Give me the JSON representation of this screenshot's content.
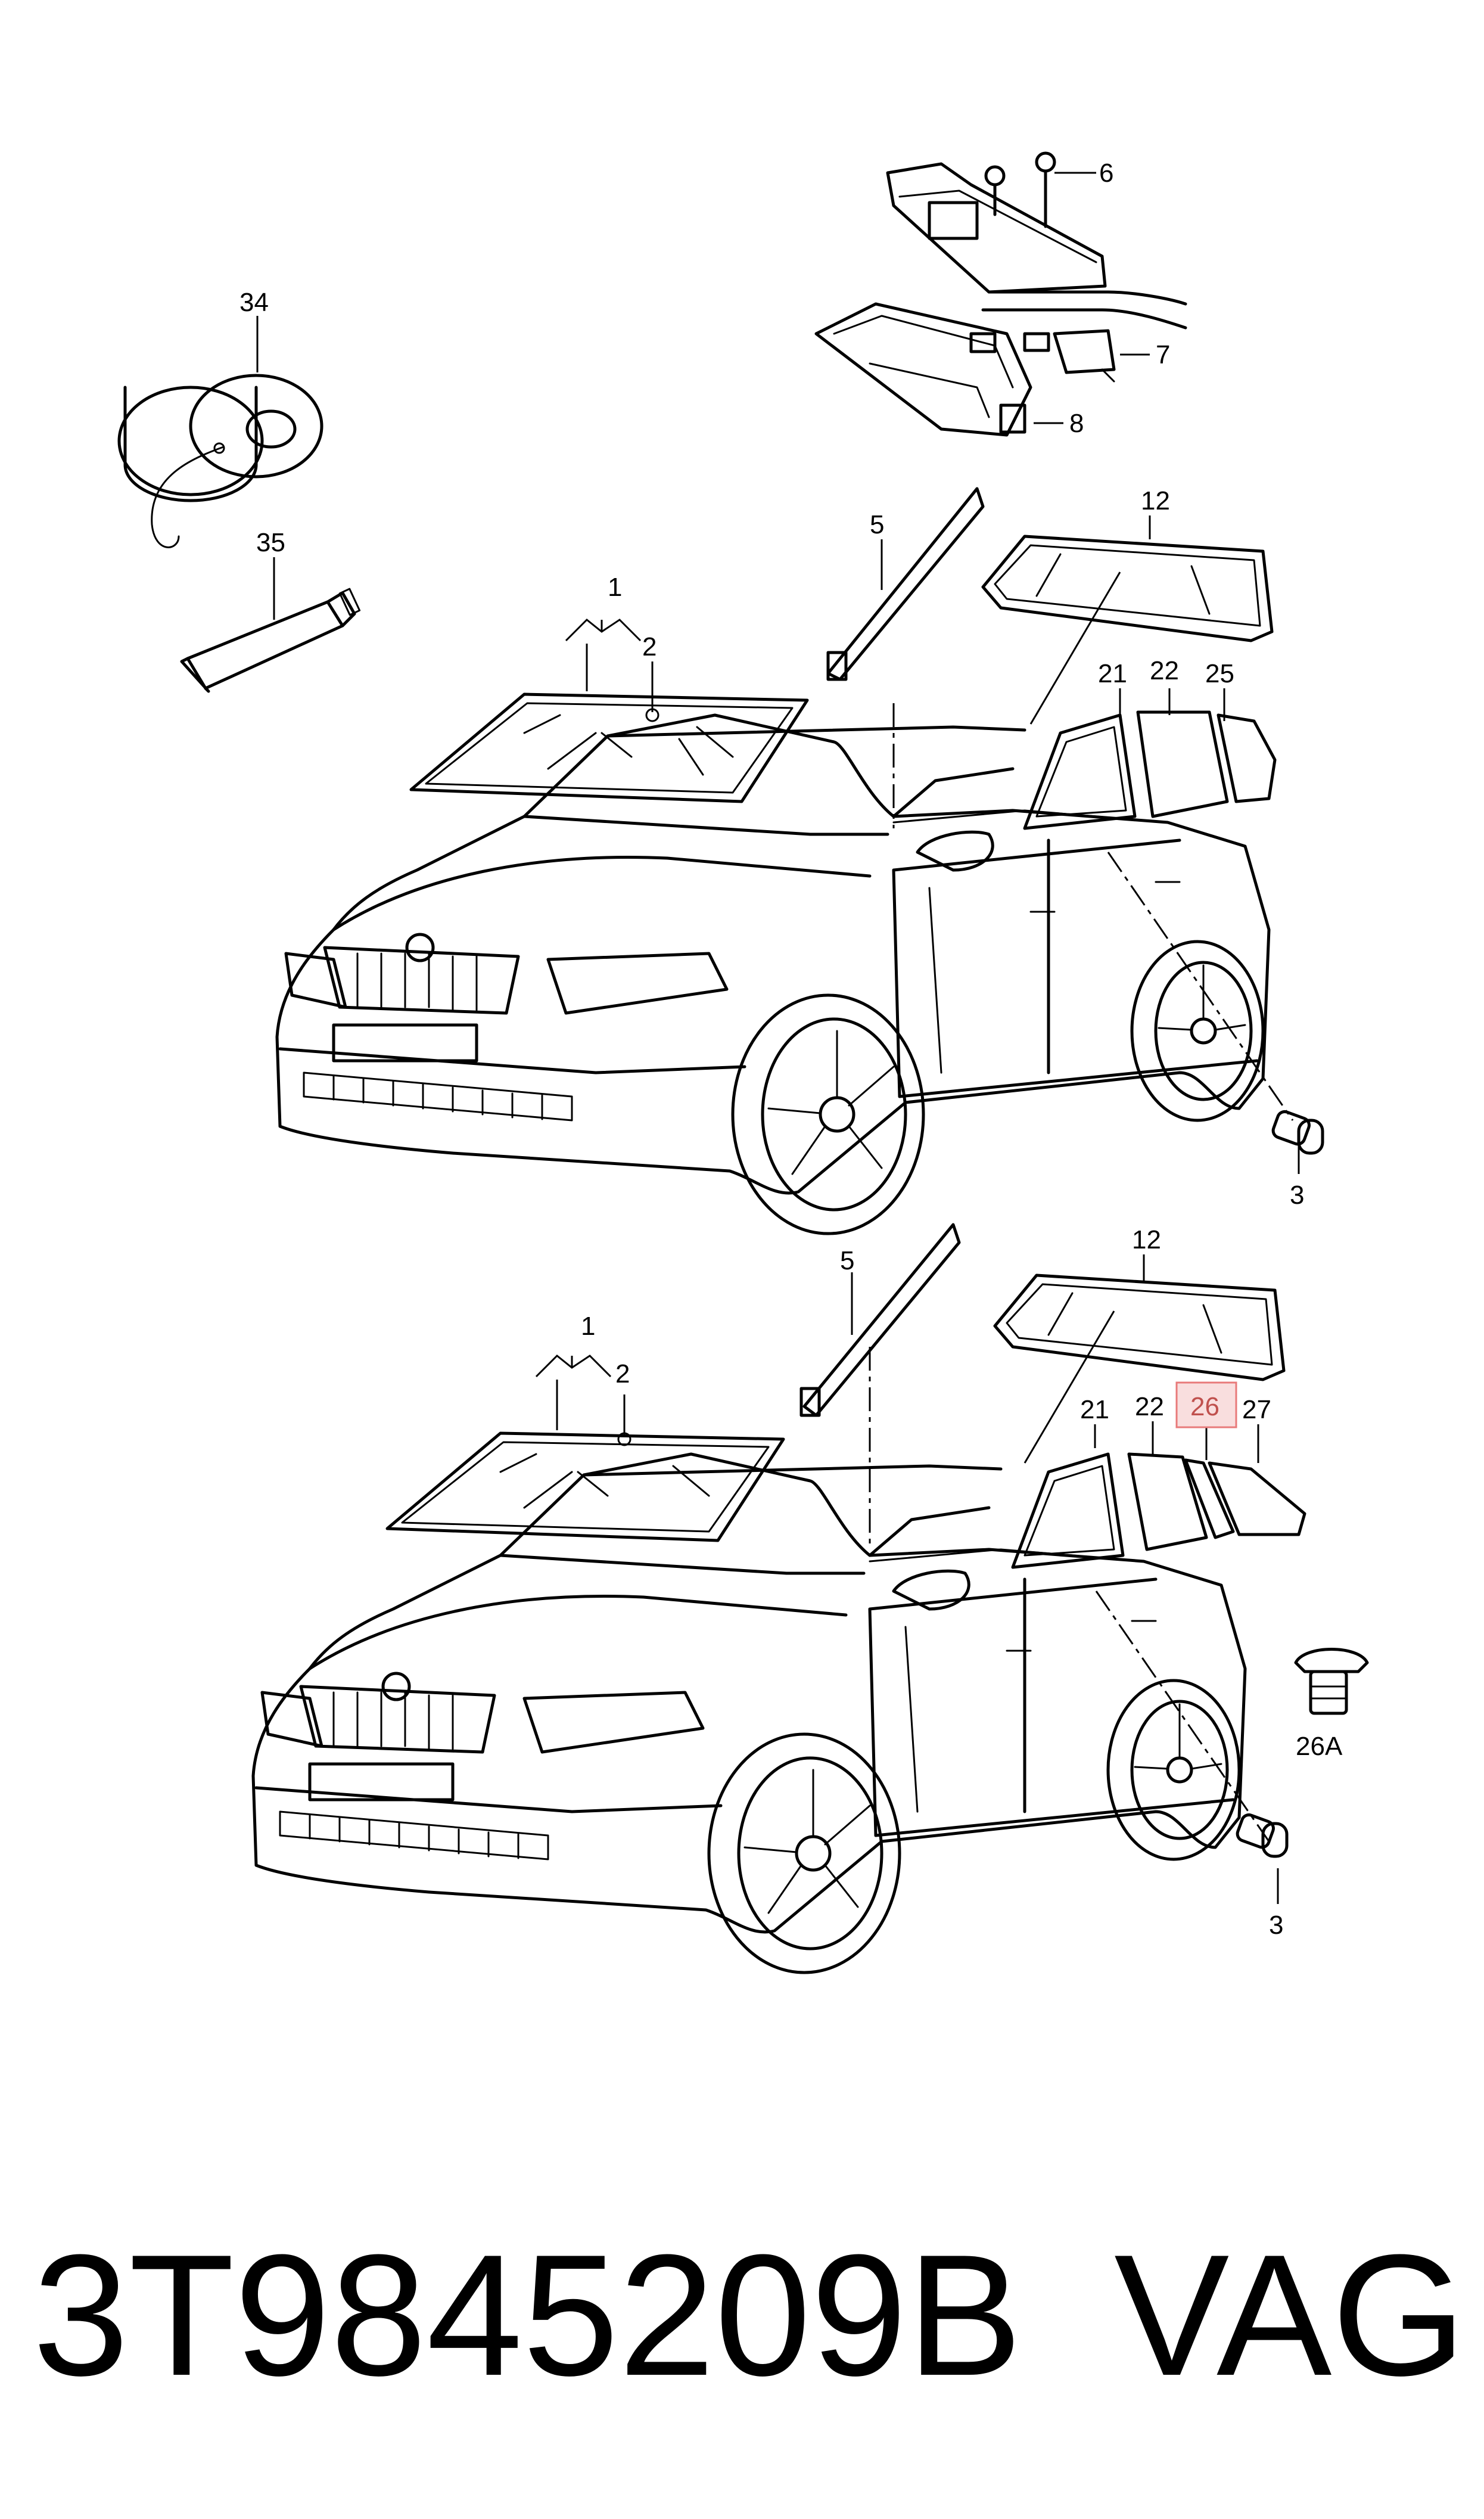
{
  "labels": {
    "l34": "34",
    "l35": "35",
    "l6": "6",
    "l7": "7",
    "l8": "8",
    "a_l1": "1",
    "a_l2": "2",
    "a_l5": "5",
    "a_l12": "12",
    "a_l21": "21",
    "a_l22": "22",
    "a_l25": "25",
    "a_l3": "3",
    "b_l1": "1",
    "b_l2": "2",
    "b_l5": "5",
    "b_l12": "12",
    "b_l21": "21",
    "b_l22": "22",
    "b_l26": "26",
    "b_l27": "27",
    "b_l26a": "26A",
    "b_l3": "3"
  },
  "highlight": {
    "label": "26",
    "fill": "#f9dede",
    "stroke": "#e87a7a",
    "text_color": "#c0504d"
  },
  "footer": {
    "part_number": "3T9845209B",
    "brand": "VAG"
  }
}
